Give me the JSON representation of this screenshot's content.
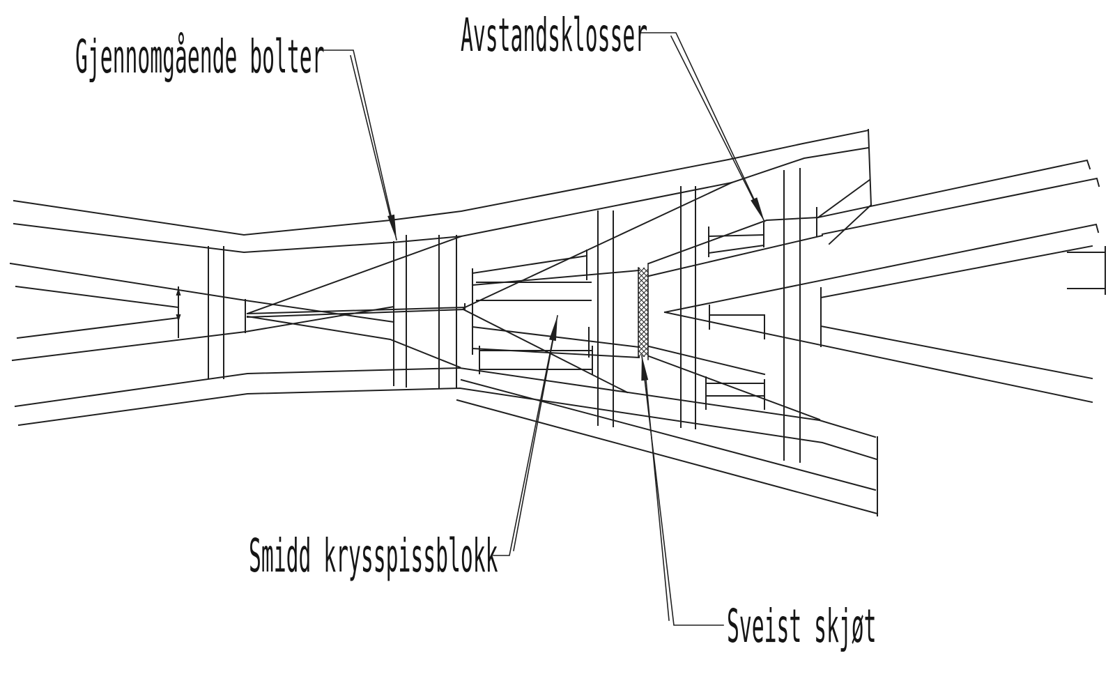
{
  "drawing": {
    "kind": "railway-crossing-technical-drawing",
    "background_color": "#ffffff",
    "line_color": "#1f1f1f",
    "labels": [
      {
        "id": "gjennomgaende-bolter",
        "text": "Gjennomgående bolter"
      },
      {
        "id": "avstandsklosser",
        "text": "Avstandsklosser"
      },
      {
        "id": "smidd-krysspissblokk",
        "text": "Smidd krysspissblokk"
      },
      {
        "id": "sveist-skjot",
        "text": "Sveist skjøt"
      }
    ]
  }
}
